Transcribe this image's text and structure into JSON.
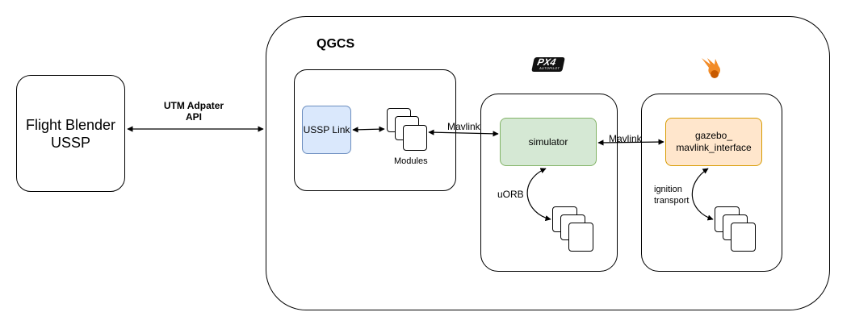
{
  "flight_blender": {
    "line1": "Flight Blender",
    "line2": "USSP"
  },
  "utm_link": {
    "line1": "UTM Adpater",
    "line2": "API"
  },
  "qgcs": {
    "title": "QGCS"
  },
  "ussp_link": {
    "label": "USSP Link"
  },
  "modules": {
    "label": "Modules"
  },
  "px4": {
    "logo_text": "PX4",
    "logo_subtext": "AUTOPILOT"
  },
  "simulator": {
    "label": "simulator"
  },
  "links": {
    "mavlink_1": "Mavlink",
    "mavlink_2": "Mavlink",
    "uorb": "uORB",
    "ignition_line1": "ignition",
    "ignition_line2": "transport"
  },
  "gazebo": {
    "line1": "gazebo_",
    "line2": "mavlink_interface"
  },
  "colors": {
    "ussp_link_fill": "#dae8fc",
    "ussp_link_stroke": "#6c8ebf",
    "simulator_fill": "#d5e8d4",
    "simulator_stroke": "#82b366",
    "gazebo_fill": "#ffe6cc",
    "gazebo_stroke": "#d79b00",
    "gazebo_logo": "#f28c28"
  }
}
